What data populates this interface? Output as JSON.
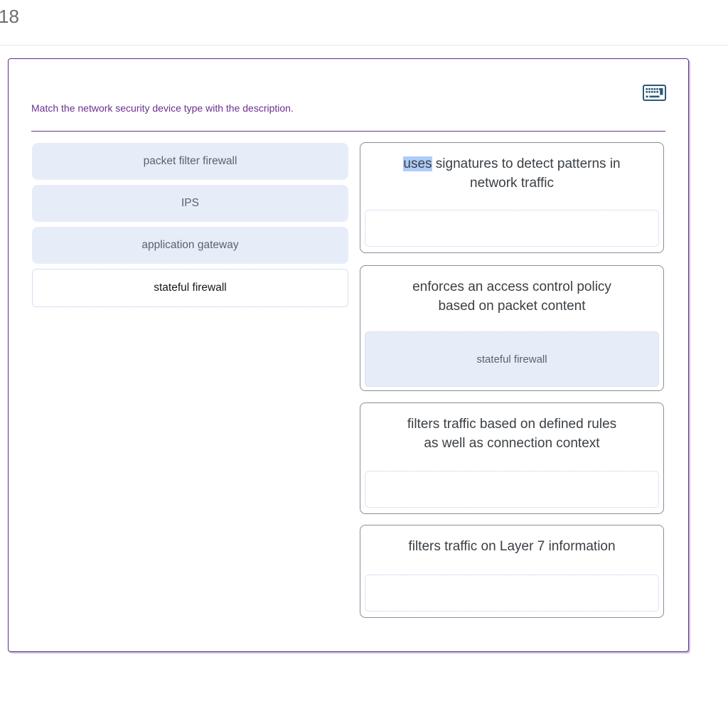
{
  "page": {
    "question_number": "18"
  },
  "card": {
    "prompt": "Match the network security device type with the description.",
    "keyboard_icon": "keyboard-icon"
  },
  "options": [
    {
      "label": "packet filter firewall",
      "state": "available"
    },
    {
      "label": "IPS",
      "state": "available"
    },
    {
      "label": "application gateway",
      "state": "available"
    },
    {
      "label": "stateful firewall",
      "state": "placed"
    }
  ],
  "targets": [
    {
      "highlight": "uses",
      "rest": " signatures to detect patterns in\nnetwork traffic",
      "answer": ""
    },
    {
      "description": "enforces an access control policy\nbased on packet content",
      "answer": "stateful firewall"
    },
    {
      "description": "filters traffic based on defined rules\nas well as connection context",
      "answer": ""
    },
    {
      "description": "filters traffic on Layer 7 information",
      "answer": ""
    }
  ],
  "colors": {
    "accent_purple": "#6b2f91",
    "card_border": "#5f2a87",
    "option_bg": "#e7edf8",
    "option_text": "#5b6269",
    "selection_highlight": "#aecbfa",
    "description_text": "#3b4045",
    "keyboard_icon": "#2d5977",
    "dropzone_dotted_border": "#c7c5ec"
  }
}
